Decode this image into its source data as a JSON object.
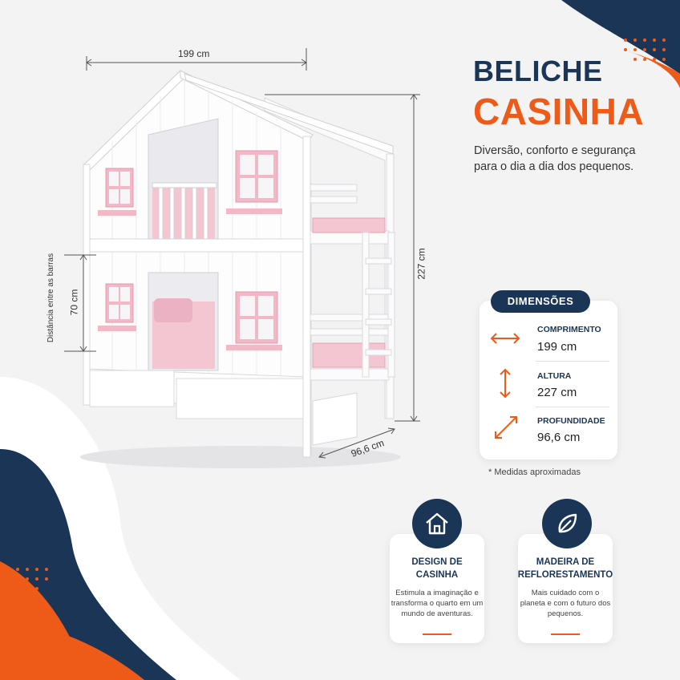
{
  "title": {
    "line1": "BELICHE",
    "line2": "CASINHA"
  },
  "tagline": "Diversão, conforto e segurança para o dia a dia dos pequenos.",
  "measurements": {
    "width": "199 cm",
    "height": "227 cm",
    "depth": "96,6 cm",
    "bar_gap": "70 cm",
    "bar_gap_label": "Distância entre as barras"
  },
  "dimensions_card": {
    "header": "DIMENSÕES",
    "items": [
      {
        "label": "COMPRIMENTO",
        "value": "199 cm",
        "icon": "horizontal-arrows-icon"
      },
      {
        "label": "ALTURA",
        "value": "227 cm",
        "icon": "vertical-arrows-icon"
      },
      {
        "label": "PROFUNDIDADE",
        "value": "96,6 cm",
        "icon": "diagonal-arrows-icon"
      }
    ]
  },
  "footnote": "* Medidas aproximadas",
  "features": [
    {
      "title_line1": "DESIGN DE",
      "title_line2": "CASINHA",
      "description": "Estimula a imaginação e transforma o quarto em um mundo de aventuras.",
      "icon": "house-icon"
    },
    {
      "title_line1": "MADEIRA DE",
      "title_line2": "REFLORESTAMENTO",
      "description": "Mais cuidado com o planeta e com o futuro dos pequenos.",
      "icon": "leaf-icon"
    }
  ],
  "colors": {
    "navy": "#1b3556",
    "orange": "#ee5a17",
    "pink": "#f2b8c6",
    "background": "#f3f3f4"
  }
}
